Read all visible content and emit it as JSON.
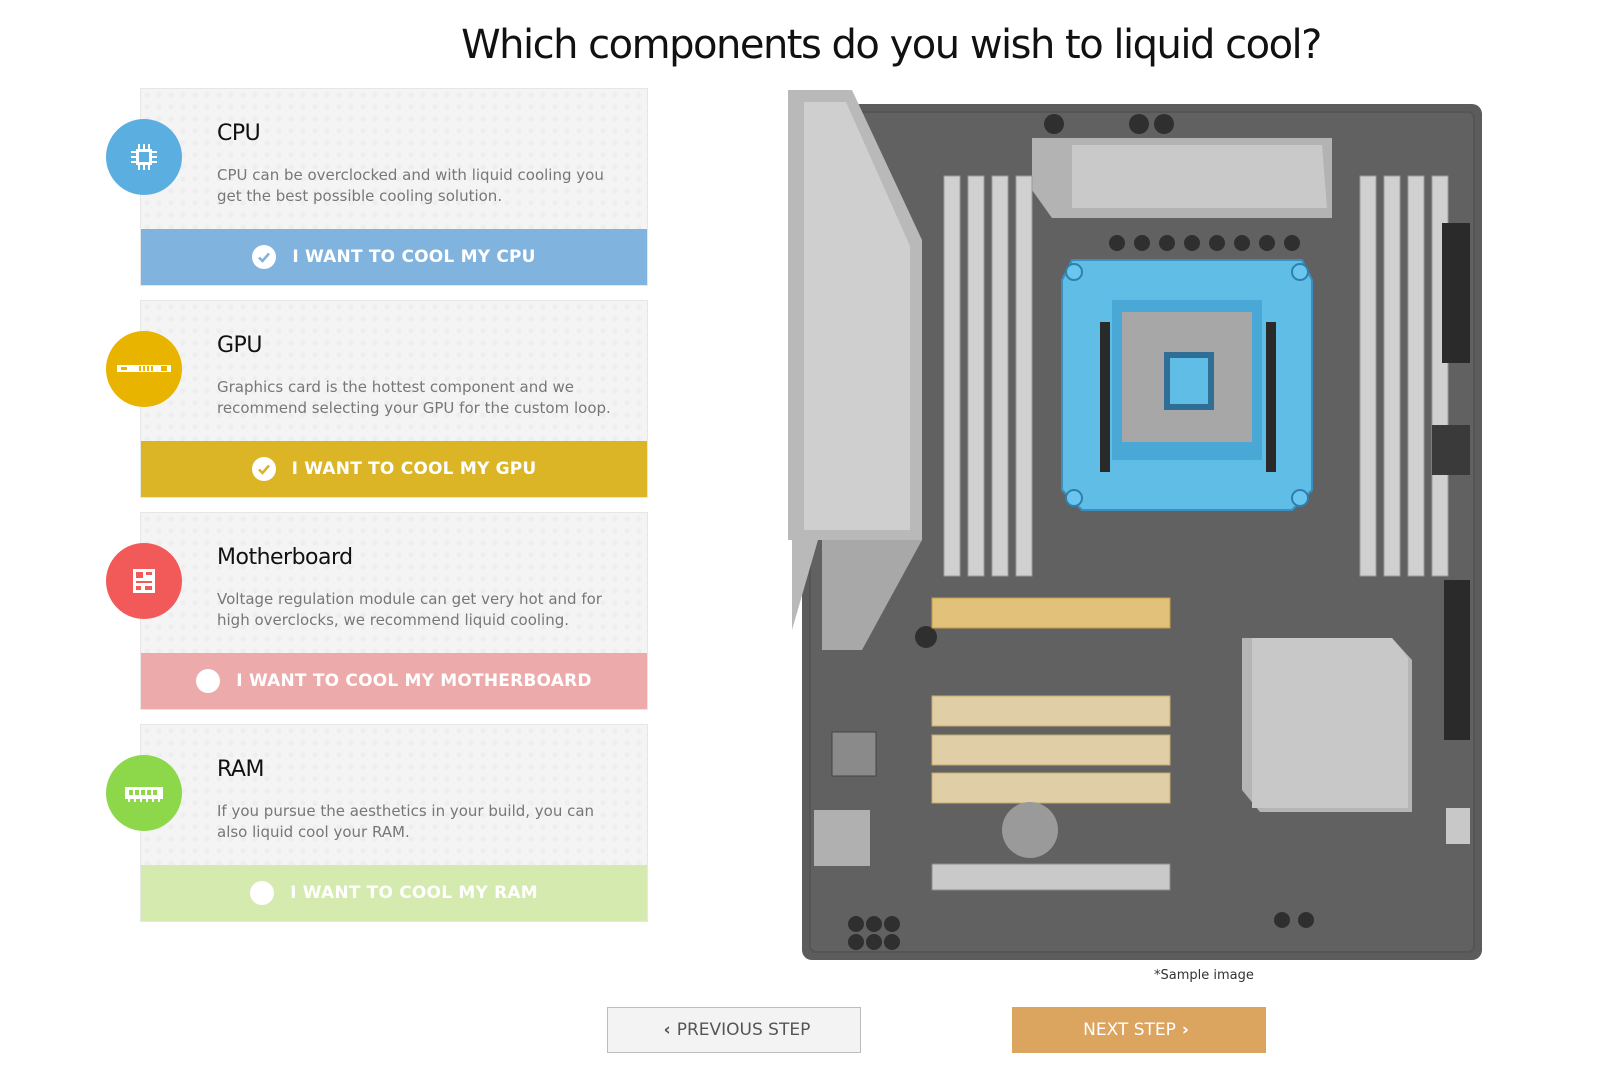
{
  "page": {
    "title": "Which components do you wish to liquid cool?"
  },
  "components": [
    {
      "name": "CPU",
      "description": "CPU can be overclocked and with liquid cooling you get the best possible cooling solution.",
      "button": "I WANT TO COOL MY CPU",
      "selected": true,
      "icon_color": "#5aaee0",
      "button_color": "#80b3de",
      "icon": "cpu-chip-icon"
    },
    {
      "name": "GPU",
      "description": "Graphics card is the hottest component and we recommend selecting your GPU for the custom loop.",
      "button": "I WANT TO COOL MY GPU",
      "selected": true,
      "icon_color": "#e8b400",
      "button_color": "#dbb526",
      "icon": "graphics-card-icon"
    },
    {
      "name": "Motherboard",
      "description": "Voltage regulation module can get very hot and for high overclocks, we recommend liquid cooling.",
      "button": "I WANT TO COOL MY MOTHERBOARD",
      "selected": false,
      "icon_color": "#f25a5a",
      "button_color": "#ecaaaa",
      "icon": "motherboard-icon"
    },
    {
      "name": "RAM",
      "description": "If you pursue the aesthetics in your build, you can also liquid cool your RAM.",
      "button": "I WANT TO COOL MY RAM",
      "selected": false,
      "icon_color": "#8cd84a",
      "button_color": "#d5eaae",
      "icon": "ram-module-icon"
    }
  ],
  "image": {
    "caption": "*Sample image"
  },
  "navigation": {
    "previous": "PREVIOUS STEP",
    "next": "NEXT STEP"
  }
}
